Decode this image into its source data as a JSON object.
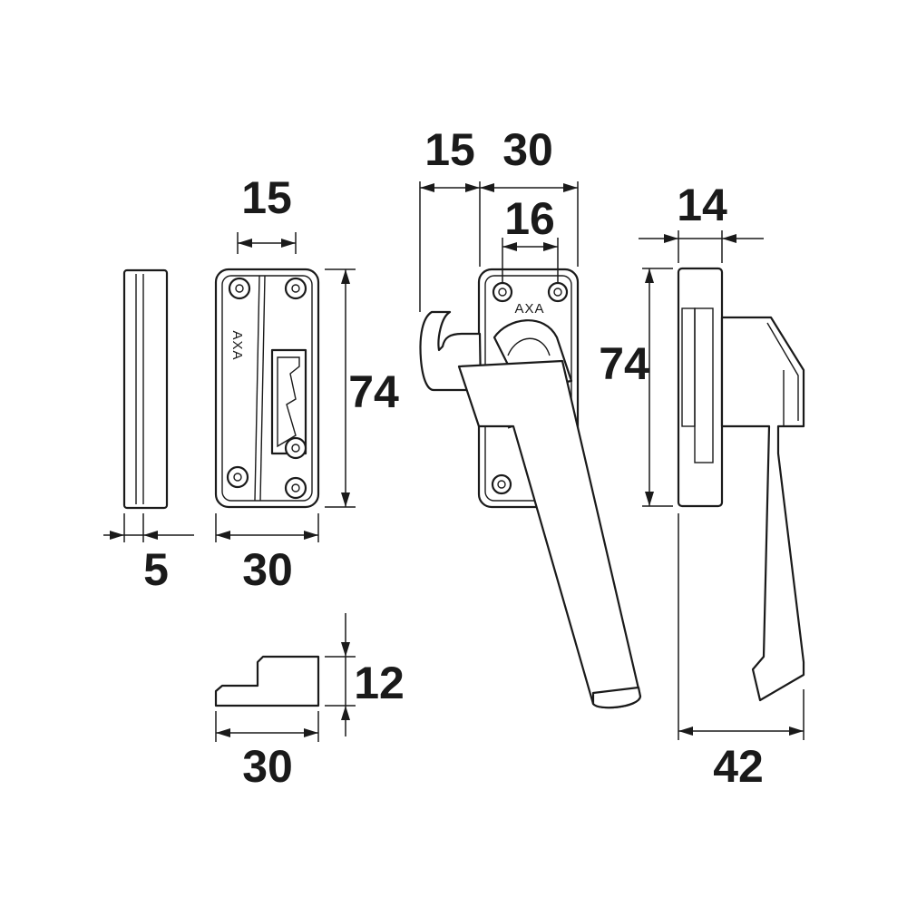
{
  "brand": "AXA",
  "dimensions": {
    "strip_thickness": "5",
    "keeper_width": "30",
    "keeper_hole_spacing": "15",
    "keeper_height": "74",
    "wedge_height": "12",
    "wedge_width": "30",
    "hook_reach": "15",
    "handle_base_width": "30",
    "handle_hole_spacing": "16",
    "handle_height": "74",
    "side_base_depth": "14",
    "side_projection": "42"
  }
}
